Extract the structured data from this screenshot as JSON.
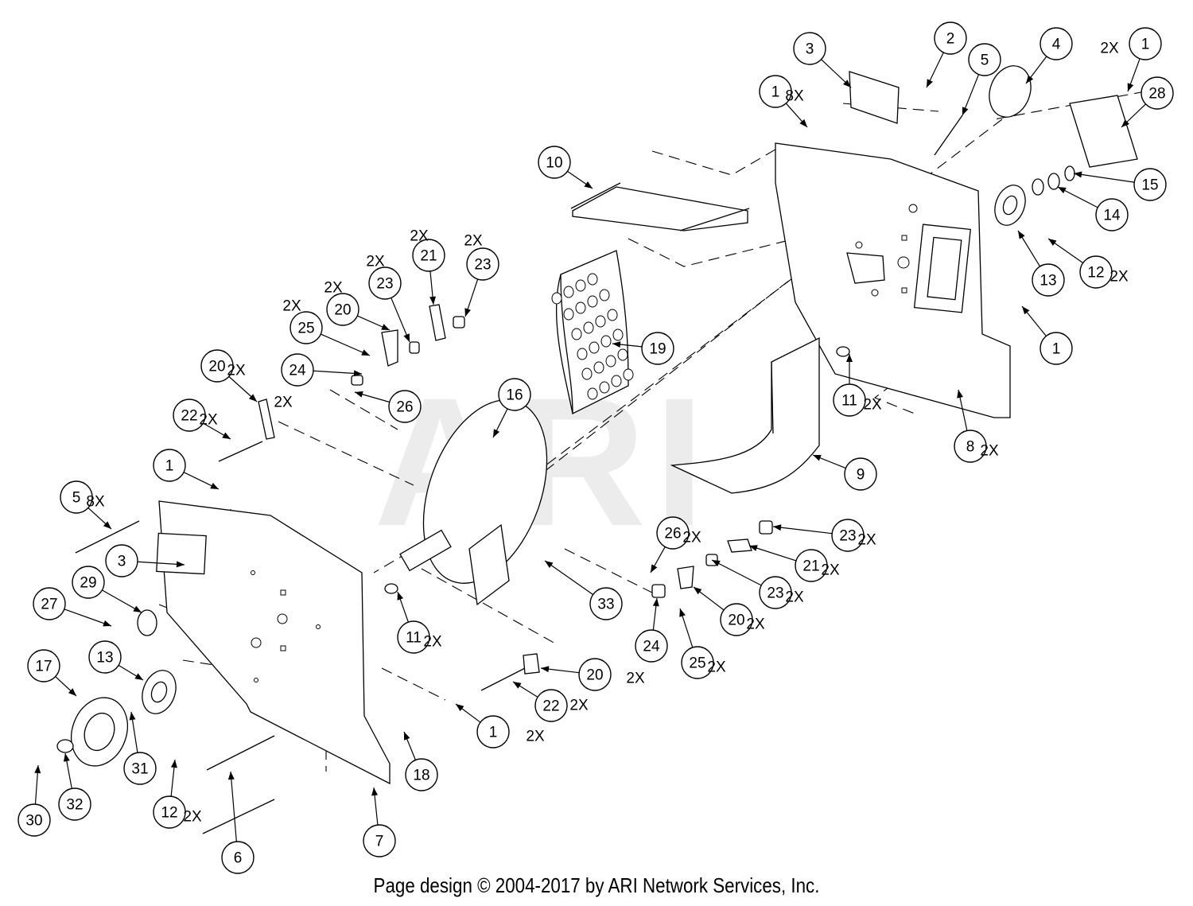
{
  "watermark": "ARI",
  "footer": "Page design © 2004-2017 by ARI Network Services, Inc.",
  "callouts": [
    {
      "id": "3",
      "qty": ""
    },
    {
      "id": "2",
      "qty": ""
    },
    {
      "id": "5",
      "qty": ""
    },
    {
      "id": "4",
      "qty": ""
    },
    {
      "id": "1",
      "qty": "2X"
    },
    {
      "id": "28",
      "qty": ""
    },
    {
      "id": "1",
      "qty": "8X"
    },
    {
      "id": "10",
      "qty": ""
    },
    {
      "id": "15",
      "qty": ""
    },
    {
      "id": "14",
      "qty": ""
    },
    {
      "id": "13",
      "qty": ""
    },
    {
      "id": "12",
      "qty": "2X"
    },
    {
      "id": "1",
      "qty": ""
    },
    {
      "id": "19",
      "qty": ""
    },
    {
      "id": "21",
      "qty": "2X"
    },
    {
      "id": "23",
      "qty": "2X"
    },
    {
      "id": "23",
      "qty": "2X"
    },
    {
      "id": "20",
      "qty": "2X"
    },
    {
      "id": "25",
      "qty": "2X"
    },
    {
      "id": "24",
      "qty": "2X"
    },
    {
      "id": "26",
      "qty": ""
    },
    {
      "id": "16",
      "qty": ""
    },
    {
      "id": "11",
      "qty": "2X"
    },
    {
      "id": "8",
      "qty": "2X"
    },
    {
      "id": "20",
      "qty": "2X"
    },
    {
      "id": "22",
      "qty": "2X"
    },
    {
      "id": "9",
      "qty": ""
    },
    {
      "id": "1",
      "qty": ""
    },
    {
      "id": "5",
      "qty": "8X"
    },
    {
      "id": "3",
      "qty": ""
    },
    {
      "id": "26",
      "qty": "2X"
    },
    {
      "id": "23",
      "qty": "2X"
    },
    {
      "id": "21",
      "qty": "2X"
    },
    {
      "id": "29",
      "qty": ""
    },
    {
      "id": "23",
      "qty": "2X"
    },
    {
      "id": "27",
      "qty": ""
    },
    {
      "id": "33",
      "qty": ""
    },
    {
      "id": "20",
      "qty": "2X"
    },
    {
      "id": "24",
      "qty": "2X"
    },
    {
      "id": "25",
      "qty": "2X"
    },
    {
      "id": "11",
      "qty": "2X"
    },
    {
      "id": "17",
      "qty": ""
    },
    {
      "id": "13",
      "qty": ""
    },
    {
      "id": "20",
      "qty": "2X"
    },
    {
      "id": "22",
      "qty": "2X"
    },
    {
      "id": "31",
      "qty": ""
    },
    {
      "id": "1",
      "qty": ""
    },
    {
      "id": "18",
      "qty": ""
    },
    {
      "id": "12",
      "qty": "2X"
    },
    {
      "id": "30",
      "qty": ""
    },
    {
      "id": "32",
      "qty": ""
    },
    {
      "id": "6",
      "qty": ""
    },
    {
      "id": "7",
      "qty": ""
    }
  ]
}
